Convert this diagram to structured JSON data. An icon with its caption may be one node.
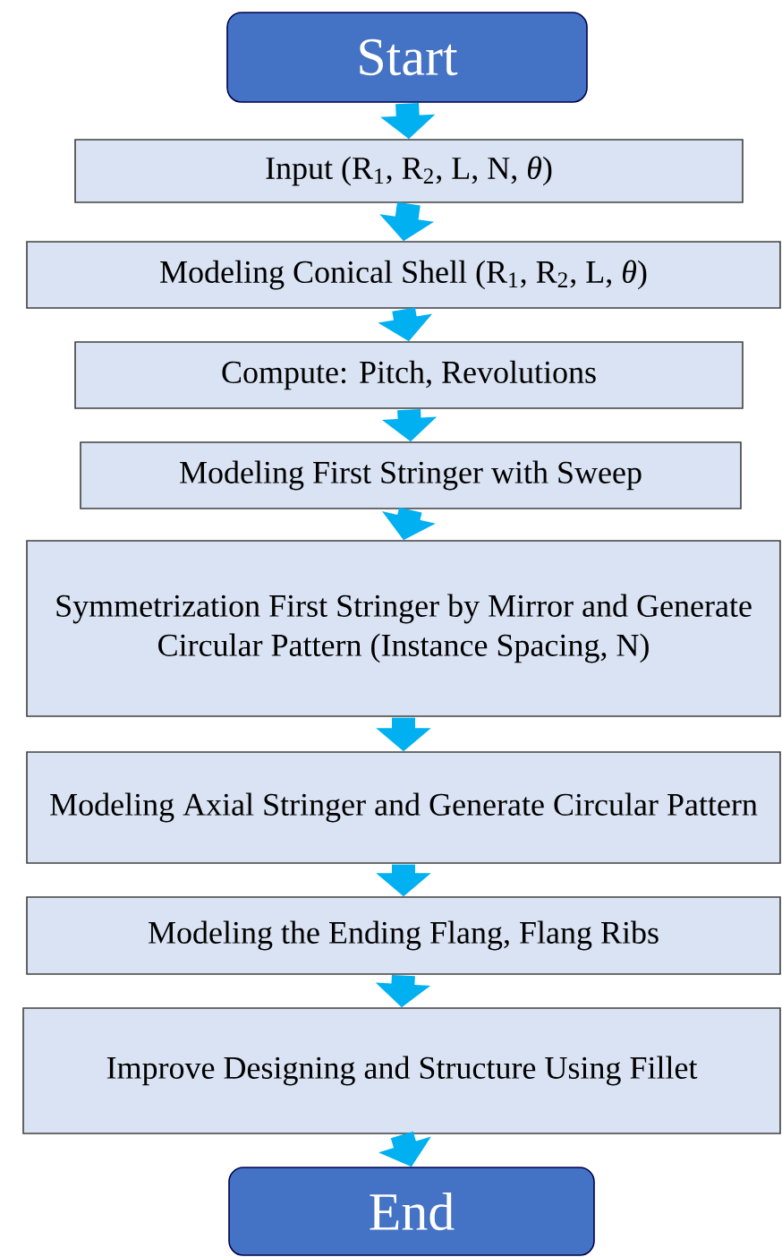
{
  "diagram": {
    "nodes": [
      {
        "text": [
          "Start"
        ]
      },
      {
        "text": [
          "Input (R$_{1}$, R$_{2}$, L, N, *θ*)"
        ]
      },
      {
        "text": [
          "Modeling Conical Shell (R$_{1}$, R$_{2}$, L, *θ*)"
        ]
      },
      {
        "text": [
          "Compute: Pitch, Revolutions"
        ]
      },
      {
        "text": [
          "Modeling First Stringer with Sweep"
        ]
      },
      {
        "text": [
          "Symmetrization First Stringer by Mirror and Generate Circular Pattern (Instance Spacing, N)"
        ]
      },
      {
        "text": [
          "Modeling Axial Stringer and Generate Circular Pattern"
        ]
      },
      {
        "text": [
          "Modeling the Ending Flang, Flang Ribs"
        ]
      },
      {
        "text": [
          "Improve Designing and Structure Using Fillet"
        ]
      },
      {
        "text": [
          "End"
        ]
      }
    ],
    "edges": [
      {
        "from": 0,
        "to": 1,
        "arrow": "to"
      },
      {
        "from": 1,
        "to": 2,
        "arrow": "to"
      },
      {
        "from": 2,
        "to": 3,
        "arrow": "to"
      },
      {
        "from": 3,
        "to": 4,
        "arrow": "to"
      },
      {
        "from": 4,
        "to": 5,
        "arrow": "to"
      },
      {
        "from": 5,
        "to": 6,
        "arrow": "to"
      },
      {
        "from": 6,
        "to": 7,
        "arrow": "to"
      },
      {
        "from": 7,
        "to": 8,
        "arrow": "to"
      },
      {
        "from": 8,
        "to": 9,
        "arrow": "to"
      }
    ]
  }
}
